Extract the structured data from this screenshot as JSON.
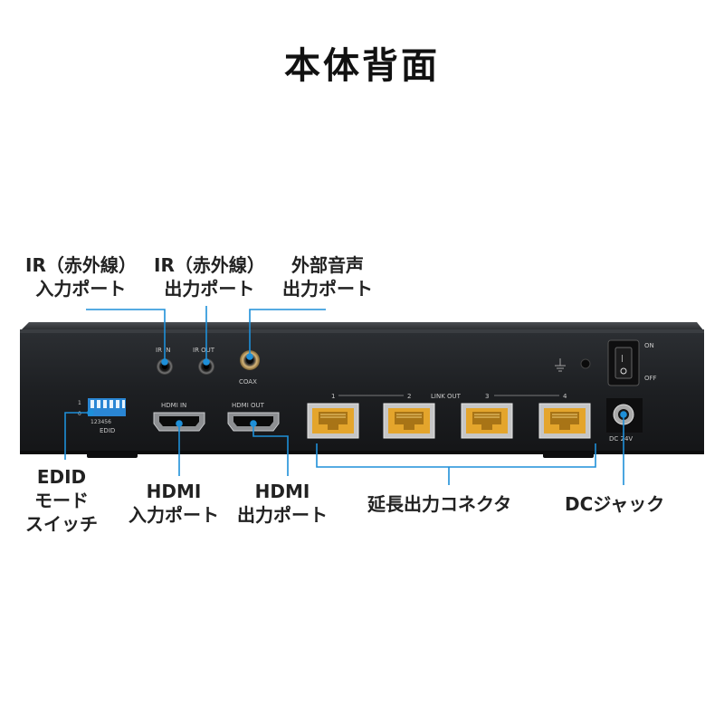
{
  "title": "本体背面",
  "accent_color": "#1e8fd8",
  "port_color": "#e4a52c",
  "labels": {
    "ir_in": [
      "IR（赤外線）",
      "入力ポート"
    ],
    "ir_out": [
      "IR（赤外線）",
      "出力ポート"
    ],
    "audio_out": [
      "外部音声",
      "出力ポート"
    ],
    "edid": [
      "EDID",
      "モード",
      "スイッチ"
    ],
    "hdmi_in": [
      "HDMI",
      "入力ポート"
    ],
    "hdmi_out": [
      "HDMI",
      "出力ポート"
    ],
    "link": [
      "延長出力コネクタ"
    ],
    "dc": [
      "DCジャック"
    ]
  },
  "device": {
    "ir_in": "IR IN",
    "ir_out": "IR OUT",
    "coax": "COAX",
    "hdmi_in": "HDMI IN",
    "hdmi_out": "HDMI OUT",
    "link_out": "LINK OUT",
    "link_numbers": [
      "1",
      "2",
      "3",
      "4"
    ],
    "edid": "EDID",
    "dip_numbers": "123456",
    "dip_side": [
      "1",
      "0"
    ],
    "power_on": "ON",
    "power_off": "OFF",
    "dc": "DC 24V"
  }
}
